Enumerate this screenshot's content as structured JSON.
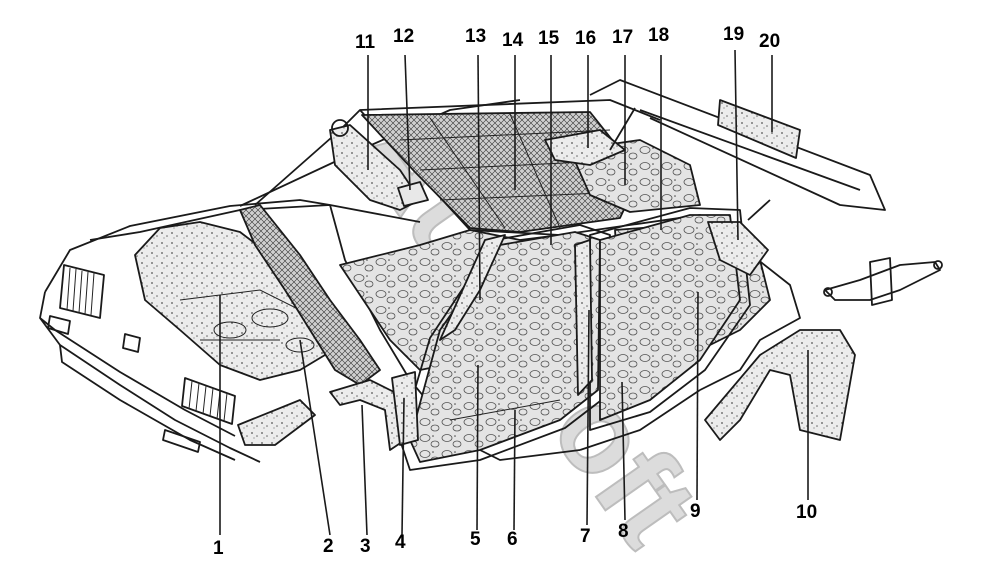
{
  "diagram": {
    "watermark": "Autosoft",
    "callouts": [
      {
        "label": "1"
      },
      {
        "label": "2"
      },
      {
        "label": "3"
      },
      {
        "label": "4"
      },
      {
        "label": "5"
      },
      {
        "label": "6"
      },
      {
        "label": "7"
      },
      {
        "label": "8"
      },
      {
        "label": "9"
      },
      {
        "label": "10"
      },
      {
        "label": "11"
      },
      {
        "label": "12"
      },
      {
        "label": "13"
      },
      {
        "label": "14"
      },
      {
        "label": "15"
      },
      {
        "label": "16"
      },
      {
        "label": "17"
      },
      {
        "label": "18"
      },
      {
        "label": "19"
      },
      {
        "label": "20"
      }
    ]
  }
}
